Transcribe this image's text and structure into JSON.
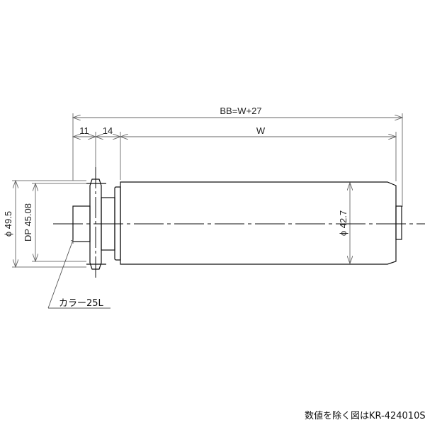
{
  "drawing": {
    "type": "roller-with-sprocket-technical-drawing",
    "line_color": "#111111",
    "dim_line_color": "#777777"
  },
  "dimensions": {
    "overall_length": "BB=W+27",
    "collar_width": "11",
    "sprocket_width": "14",
    "roller_width": "W",
    "sprocket_outer_diameter": "ϕ 49.5",
    "sprocket_pitch_diameter": "DP 45.08",
    "roller_diameter": "ϕ 42.7"
  },
  "annotations": {
    "collar_label": "カラー25L",
    "footnote": "数値を除く図はKR-424010S"
  }
}
